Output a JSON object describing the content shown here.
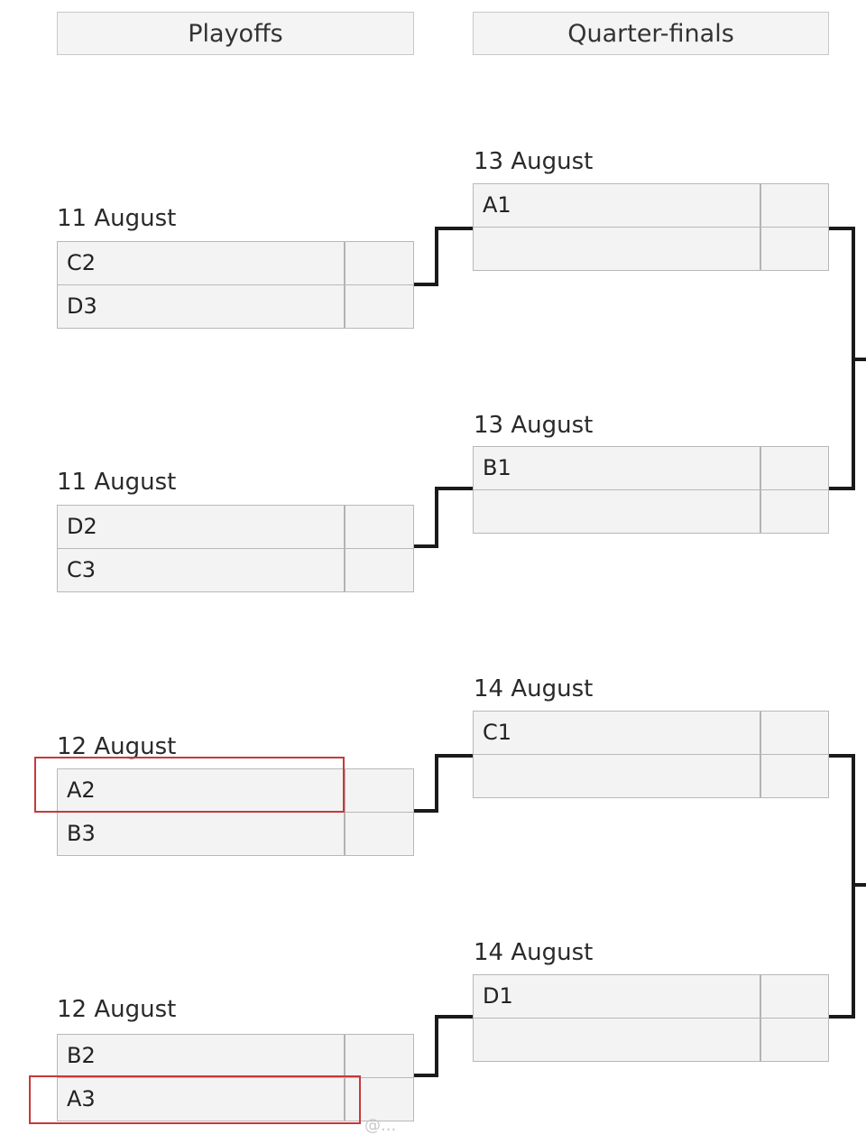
{
  "headers": {
    "playoffs": "Playoffs",
    "quarterfinals": "Quarter-finals"
  },
  "playoffs": [
    {
      "date": "11 August",
      "team1": "C2",
      "team2": "D3"
    },
    {
      "date": "11 August",
      "team1": "D2",
      "team2": "C3"
    },
    {
      "date": "12 August",
      "team1": "A2",
      "team2": "B3"
    },
    {
      "date": "12 August",
      "team1": "B2",
      "team2": "A3"
    }
  ],
  "quarterfinals": [
    {
      "date": "13 August",
      "team1": "A1",
      "team2": ""
    },
    {
      "date": "13 August",
      "team1": "B1",
      "team2": ""
    },
    {
      "date": "14 August",
      "team1": "C1",
      "team2": ""
    },
    {
      "date": "14 August",
      "team1": "D1",
      "team2": ""
    }
  ],
  "watermark": "@...",
  "colors": {
    "highlight": "#c63a3a",
    "connector": "#1a1a1a",
    "cell": "#f3f3f3"
  }
}
